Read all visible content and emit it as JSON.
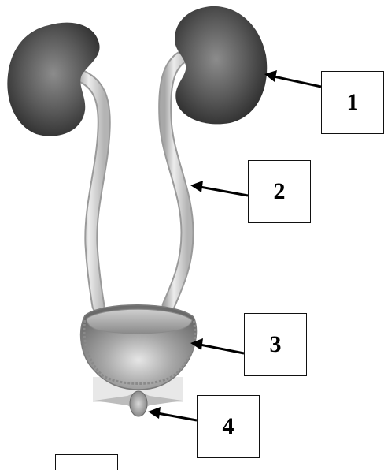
{
  "labels": {
    "one": "1",
    "two": "2",
    "three": "3",
    "four": "4"
  },
  "colors": {
    "kidney_dark": "#3a3a3a",
    "kidney_light": "#8a8a8a",
    "ureter": "#d6d6d6",
    "bladder": "#9a9a9a",
    "arrow": "#000000"
  }
}
